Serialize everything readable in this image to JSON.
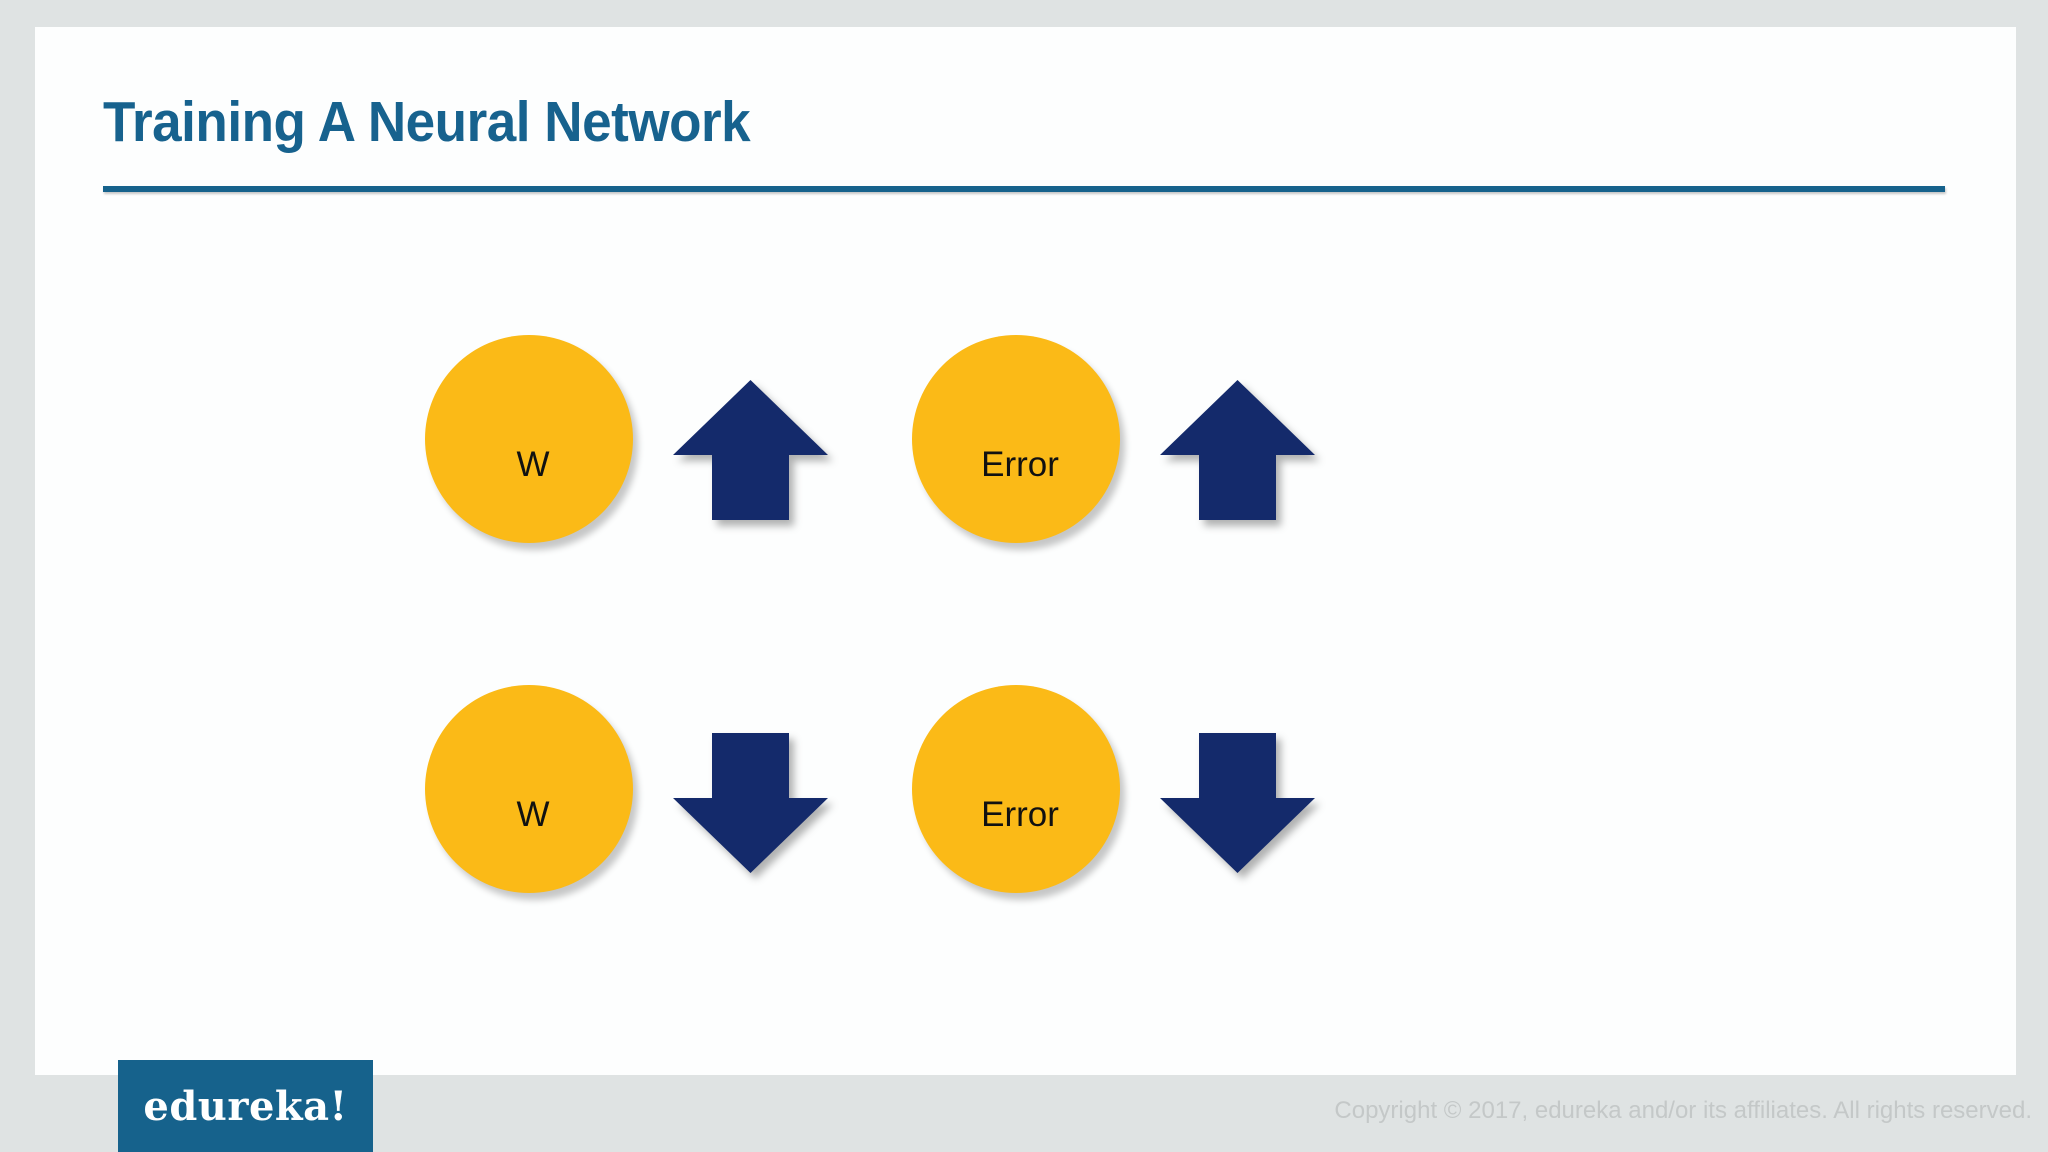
{
  "slide": {
    "title": "Training A Neural Network",
    "accent_color": "#17628e",
    "rule_color": "#16628c",
    "background_color": "#dfe3e3",
    "sheet_color": "#fdfefe"
  },
  "diagram": {
    "node_fill": "#fbba17",
    "node_text_color": "#111111",
    "arrow_fill": "#142a6b",
    "groups": [
      {
        "label": "W",
        "arrow": "arrow-up",
        "arrow_direction": "up"
      },
      {
        "label": "Error",
        "arrow": "arrow-up",
        "arrow_direction": "up"
      },
      {
        "label": "W",
        "arrow": "arrow-down",
        "arrow_direction": "down"
      },
      {
        "label": "Error",
        "arrow": "arrow-down",
        "arrow_direction": "down"
      }
    ]
  },
  "footer": {
    "logo_text": "edureka!",
    "logo_background": "#16628c",
    "copyright": "Copyright © 2017, edureka and/or its affiliates. All rights reserved.",
    "copyright_color": "#c4c8c8"
  }
}
